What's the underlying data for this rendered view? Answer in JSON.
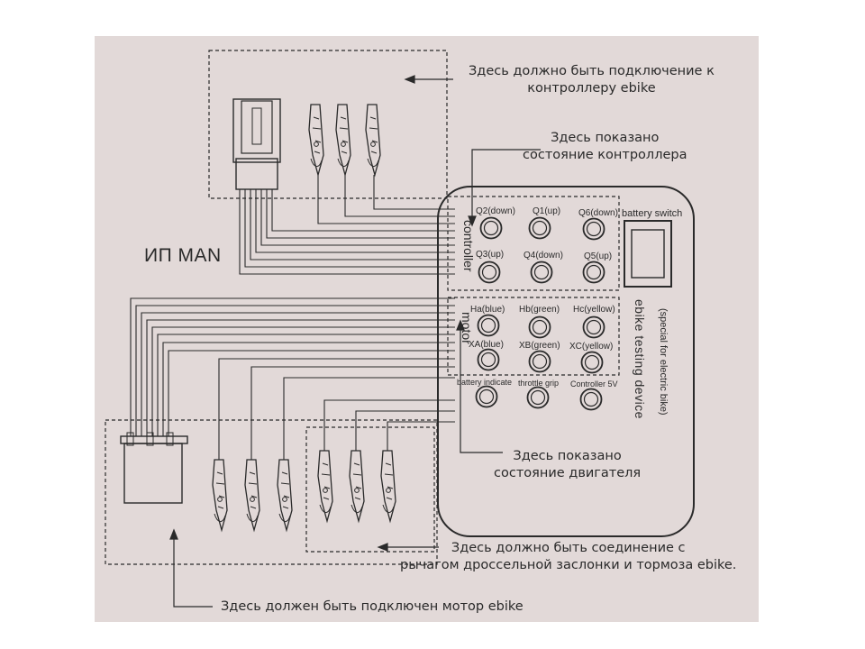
{
  "annotations": {
    "controller_connection": [
      "Здесь должно быть подключение к",
      "контроллеру ebike"
    ],
    "controller_status": [
      "Здесь показано",
      "состояние контроллера"
    ],
    "motor_status": [
      "Здесь показано",
      "состояние двигателя"
    ],
    "throttle_brake_connection": [
      "Здесь должно быть соединение с",
      "рычагом дроссельной заслонки и тормоза ebike."
    ],
    "motor_connection": "Здесь должен быть подключен мотор ebike"
  },
  "watermark": "ИП MAN",
  "device": {
    "name": "ebike testing device",
    "subtitle": "(special for electric bike)",
    "battery_switch_label": "battery switch",
    "controller_group_label": "controller",
    "motor_group_label": "motor",
    "controller_lights": [
      "Q2(down)",
      "Q1(up)",
      "Q6(down)",
      "Q3(up)",
      "Q4(down)",
      "Q5(up)"
    ],
    "motor_lights": [
      "Ha(blue)",
      "Hb(green)",
      "Hc(yellow)",
      "XA(blue)",
      "XB(green)",
      "XC(yellow)"
    ],
    "status_lights": [
      "battery indicate",
      "throttle grip",
      "Controller 5V"
    ]
  },
  "colors": {
    "paper": "#e2d9d8",
    "ink": "#2a2a2a"
  }
}
